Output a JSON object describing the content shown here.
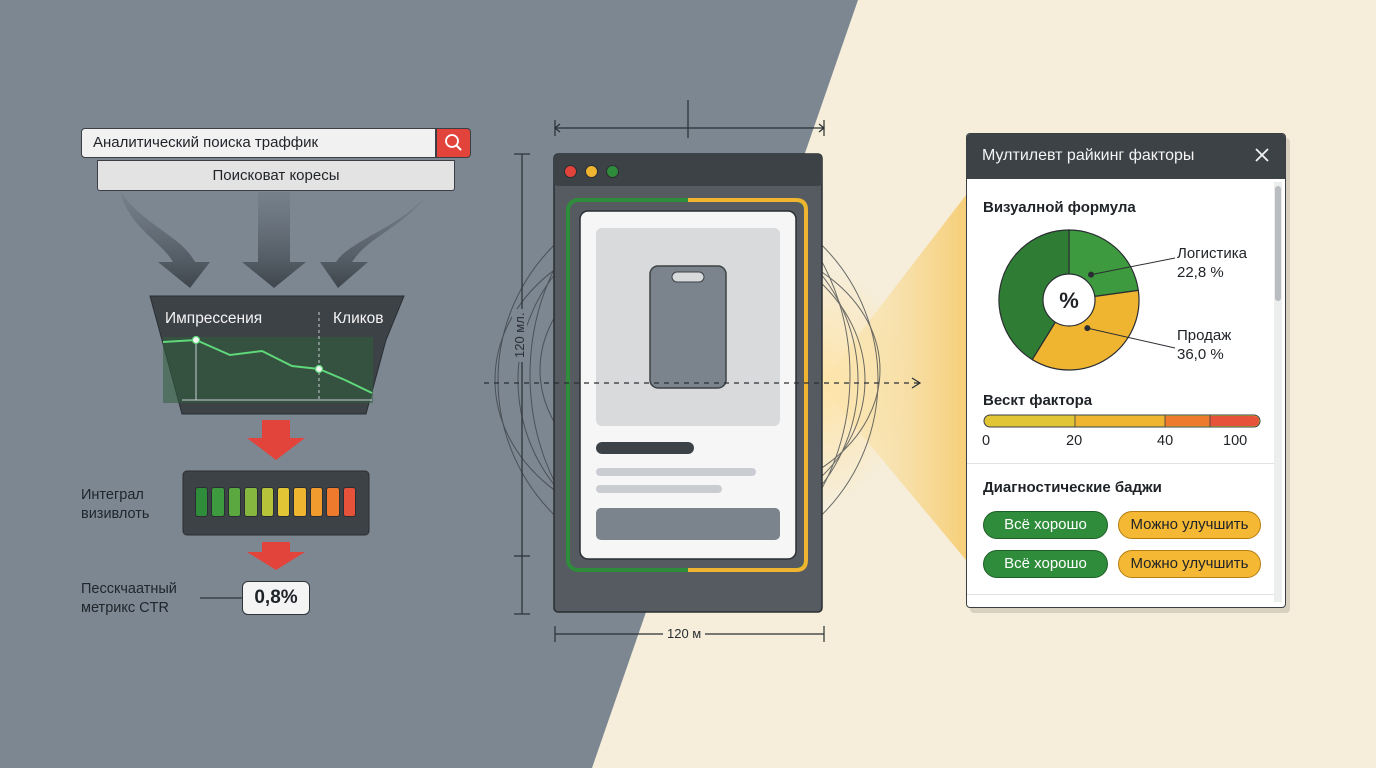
{
  "search": {
    "value": "Аналитический поиска траффик",
    "subtitle": "Поисковат коресы"
  },
  "funnel": {
    "impressions_label": "Импрессения",
    "clicks_label": "Кликов"
  },
  "visibility": {
    "label_line1": "Интеграл",
    "label_line2": "визивлоть",
    "segment_colors": [
      "#2f8c3b",
      "#3d9a3e",
      "#5aa83f",
      "#86b83f",
      "#b7c43a",
      "#e2c535",
      "#f0b530",
      "#f19a2e",
      "#ee7a2e",
      "#e6523a"
    ]
  },
  "ctr": {
    "label_line1": "Песскчаатный",
    "label_line2": "метрикс CTR",
    "value": "0,8%"
  },
  "device": {
    "height_label": "120 мл.",
    "width_label": "120 м",
    "window_dot_colors": [
      "#e2443b",
      "#f0b530",
      "#2f8c3b"
    ]
  },
  "panel": {
    "title": "Мултилевт райкинг факторы",
    "formula_title": "Визуалной формула",
    "pie_center": "%",
    "weight_title": "Вескт фактора",
    "weight_ticks": [
      "0",
      "20",
      "40",
      "100"
    ],
    "badges_title": "Диагностические баджи",
    "badges": [
      {
        "text": "Всё хорошо",
        "tone": "good"
      },
      {
        "text": "Можно улучшить",
        "tone": "warn"
      },
      {
        "text": "Всё хорошо",
        "tone": "good"
      },
      {
        "text": "Можно улучшить",
        "tone": "warn"
      }
    ]
  },
  "chart_data": {
    "type": "pie",
    "series": [
      {
        "name": "Логистика",
        "value": 22.8,
        "value_label": "22,8 %",
        "color": "#3d9a3e"
      },
      {
        "name": "Продаж",
        "value": 36.0,
        "value_label": "36,0 %",
        "color": "#f0b530"
      }
    ],
    "unlabeled_slice_color": "#2f7d34"
  },
  "colors": {
    "left_background": "#7c8792",
    "right_background": "#f6eedb",
    "accent_red": "#e2443b",
    "accent_green": "#2f8c3b",
    "accent_amber": "#f0b530"
  },
  "icons": {
    "search": "search-icon",
    "close": "close-icon"
  }
}
